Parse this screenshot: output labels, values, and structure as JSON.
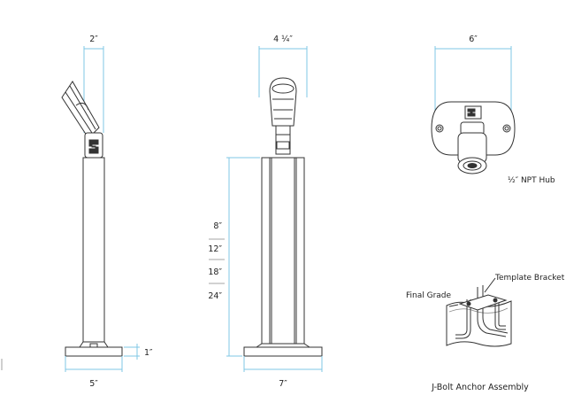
{
  "dimensions": {
    "side_width": "2″",
    "front_width": "4 ¼″",
    "hub_width": "6″",
    "base_height": "1″",
    "side_base": "5″",
    "front_base": "7″",
    "heights": [
      "8″",
      "12″",
      "18″",
      "24″"
    ]
  },
  "labels": {
    "hub": "½″ NPT Hub",
    "template_bracket": "Template Bracket",
    "final_grade": "Final Grade",
    "jbolt_caption": "J-Bolt Anchor Assembly"
  },
  "colors": {
    "dimension_lines": "#7fc7e6",
    "outline": "#333333"
  }
}
